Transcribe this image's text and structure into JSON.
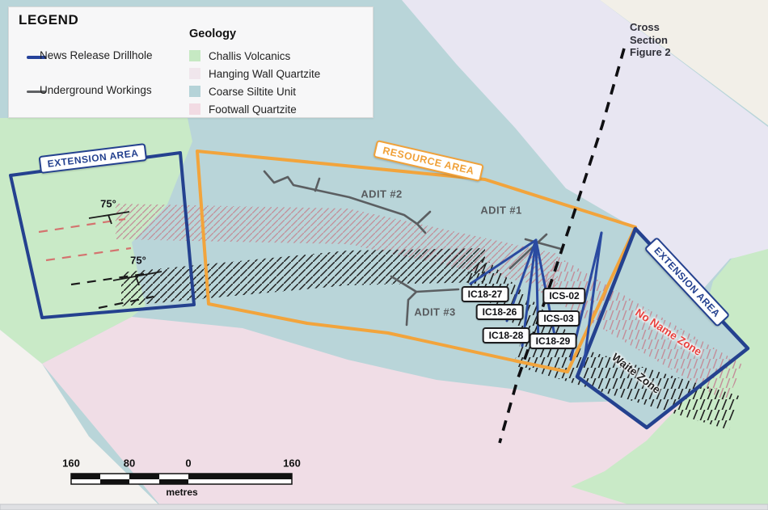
{
  "legend": {
    "title": "LEGEND",
    "line_items": [
      {
        "label": "News Release Drillhole",
        "color": "#26439b"
      },
      {
        "label": "Underground Workings",
        "color": "#5f6164"
      }
    ],
    "geology": {
      "title": "Geology",
      "items": [
        {
          "label": "Challis Volcanics",
          "color": "#c6e9c3"
        },
        {
          "label": "Hanging Wall Quartzite",
          "color": "#f0e6ec"
        },
        {
          "label": "Coarse Siltite Unit",
          "color": "#b5d3d8"
        },
        {
          "label": "Footwall Quartzite",
          "color": "#f2dbe3"
        }
      ]
    }
  },
  "map": {
    "cross_section": {
      "lines": [
        "Cross",
        "Section",
        "Figure 2"
      ]
    },
    "extension_left_label": "EXTENSION AREA",
    "extension_right_label": "EXTENSION AREA",
    "resource_label": "RESOURCE AREA",
    "adit_1": "ADIT #1",
    "adit_2": "ADIT #2",
    "adit_3": "ADIT #3",
    "dip_1": "75°",
    "dip_2": "75°",
    "zone_no_name": "No Name Zone",
    "zone_waite": "Waite Zone",
    "drillholes": [
      "IC18-27",
      "IC18-26",
      "IC18-28",
      "ICS-02",
      "ICS-03",
      "IC18-29"
    ]
  },
  "scale_bar": {
    "ticks": [
      "160",
      "80",
      "0",
      "160"
    ],
    "unit": "metres"
  },
  "colors": {
    "coarse_siltite_teal": "#b9d5d9",
    "challis_green": "#c9eac7",
    "hanging_wall_lavender": "#e8e6f2",
    "footwall_pink": "#f0dde6",
    "cream": "#f2efe8",
    "offwhite": "#f4f2ef",
    "resource_orange": "#f2a43c",
    "extension_blue": "#24418f",
    "drillhole_blue": "#2a4aa0",
    "workings_gray": "#5b5e61",
    "no_name_red": "#e8403d",
    "pink_hatch": "#c38d98",
    "black_hatch": "#202020"
  }
}
